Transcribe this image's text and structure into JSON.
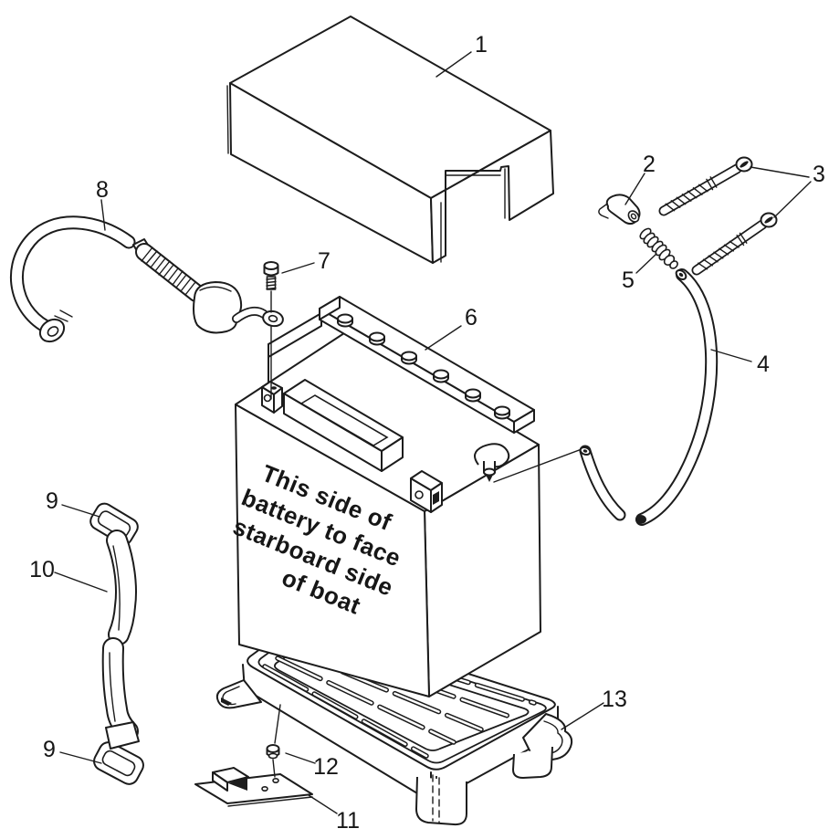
{
  "colors": {
    "background": "#ffffff",
    "ink": "#1c1c1c"
  },
  "battery_marking": {
    "lines": [
      "This side of",
      "battery to face",
      "starboard side",
      "of boat"
    ]
  },
  "callouts": {
    "c1": {
      "label": "1"
    },
    "c2": {
      "label": "2"
    },
    "c3": {
      "label": "3"
    },
    "c4": {
      "label": "4"
    },
    "c5": {
      "label": "5"
    },
    "c6": {
      "label": "6"
    },
    "c7": {
      "label": "7"
    },
    "c8": {
      "label": "8"
    },
    "c9_top": {
      "label": "9"
    },
    "c10": {
      "label": "10"
    },
    "c9_bottom": {
      "label": "9"
    },
    "c11": {
      "label": "11"
    },
    "c12": {
      "label": "12"
    },
    "c13": {
      "label": "13"
    }
  }
}
